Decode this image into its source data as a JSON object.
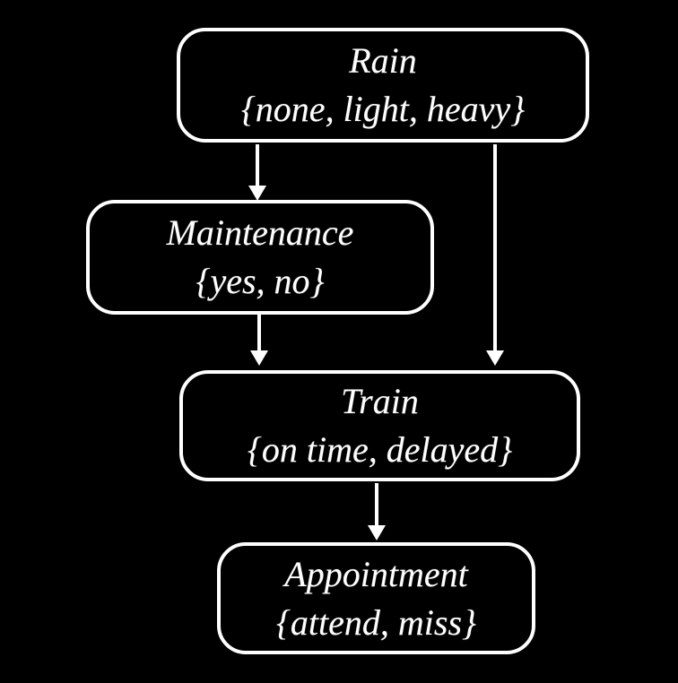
{
  "diagram": {
    "type": "directed-graph",
    "colors": {
      "background": "#000000",
      "node_border": "#ffffff",
      "text": "#ffffff",
      "arrow": "#ffffff"
    },
    "nodes": [
      {
        "id": "rain",
        "name": "Rain",
        "values": "{none, light, heavy}"
      },
      {
        "id": "maintenance",
        "name": "Maintenance",
        "values": "{yes, no}"
      },
      {
        "id": "train",
        "name": "Train",
        "values": "{on time, delayed}"
      },
      {
        "id": "appointment",
        "name": "Appointment",
        "values": "{attend, miss}"
      }
    ],
    "edges": [
      {
        "from": "Rain",
        "to": "Maintenance"
      },
      {
        "from": "Rain",
        "to": "Train"
      },
      {
        "from": "Maintenance",
        "to": "Train"
      },
      {
        "from": "Train",
        "to": "Appointment"
      }
    ]
  }
}
